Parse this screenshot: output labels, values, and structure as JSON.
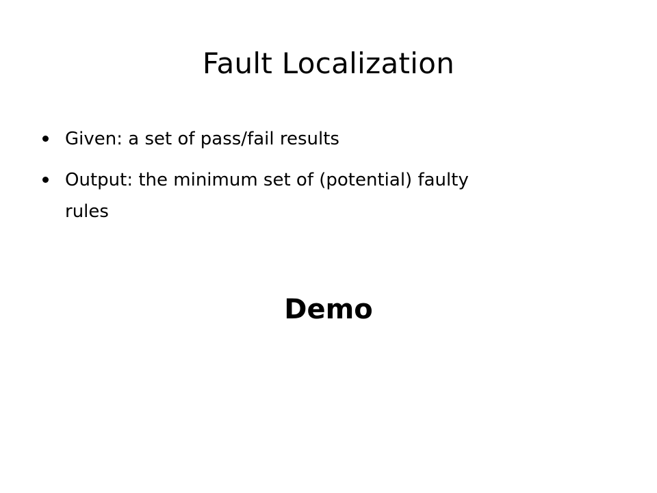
{
  "slide": {
    "title": "Fault Localization",
    "bullets": [
      {
        "lines": [
          "Given: a set of pass/fail results"
        ]
      },
      {
        "lines": [
          "Output: the minimum set of (potential) faulty",
          "rules"
        ]
      }
    ],
    "emphasis": "Demo"
  }
}
